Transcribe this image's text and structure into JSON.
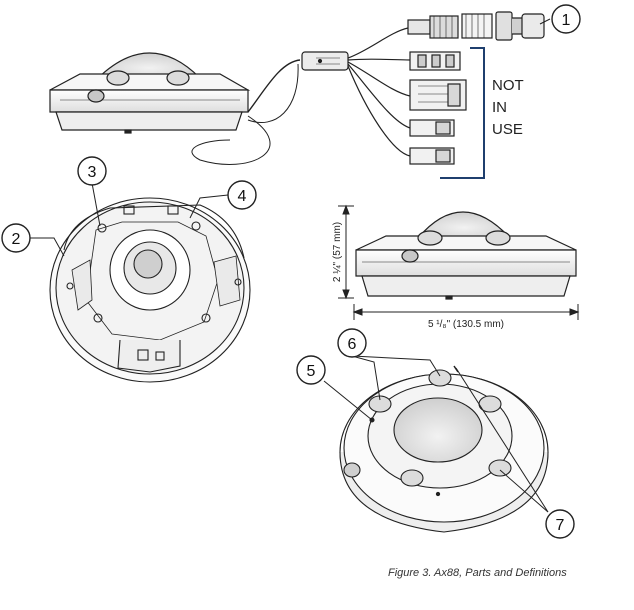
{
  "figure": {
    "caption": "Figure 3. Ax88, Parts and Definitions"
  },
  "callouts": [
    "1",
    "2",
    "3",
    "4",
    "5",
    "6",
    "7"
  ],
  "not_in_use": [
    "NOT",
    "IN",
    "USE"
  ],
  "dimensions": {
    "height": "2 ¼\" (57 mm)",
    "width": "5 ¹/₈\" (130.5 mm)"
  },
  "colors": {
    "line": "#222222",
    "bracket": "#1f3f6e"
  }
}
